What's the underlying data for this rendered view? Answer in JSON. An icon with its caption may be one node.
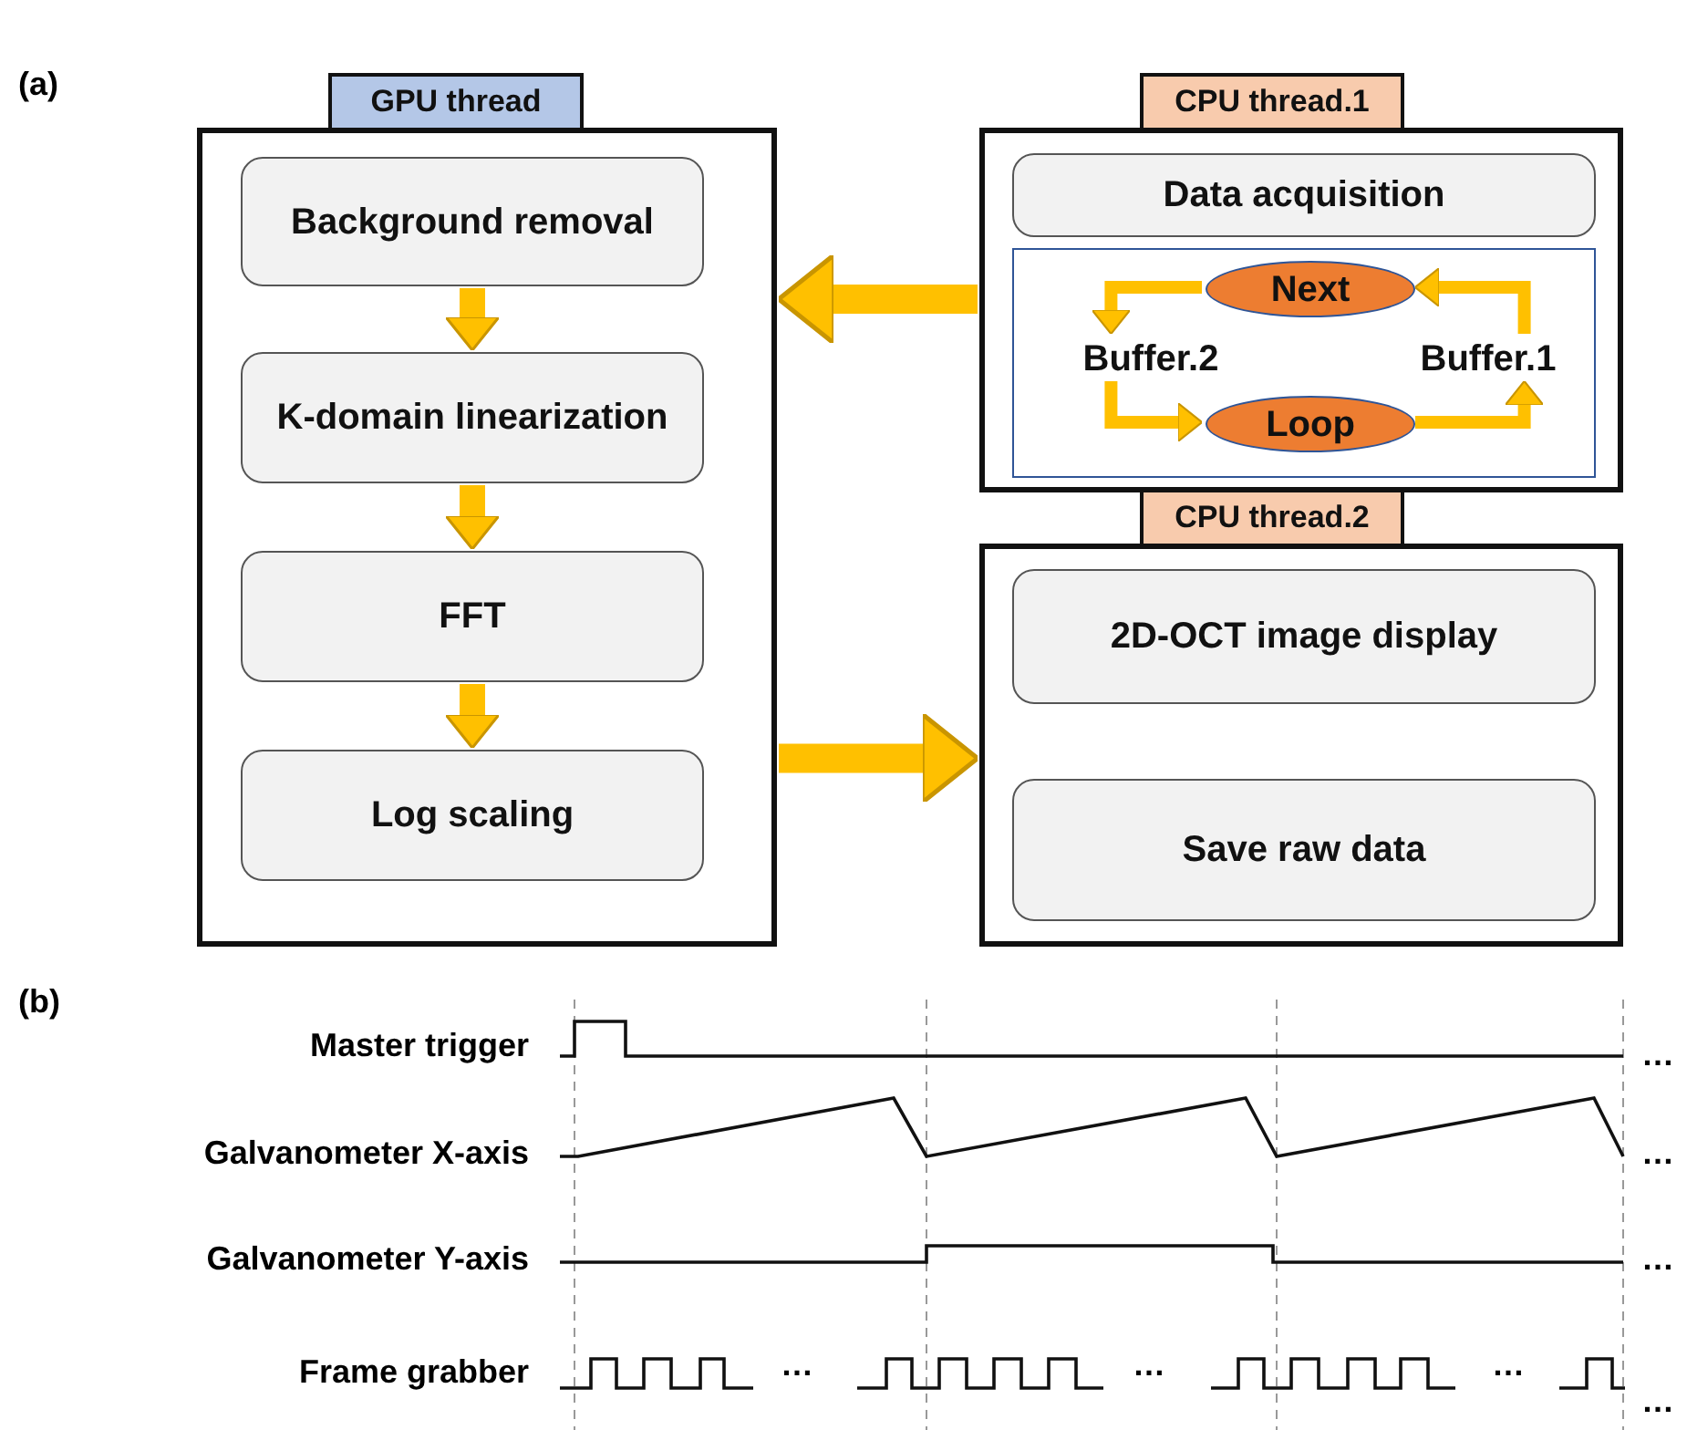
{
  "diagram": {
    "nodes": [
      {
        "text": [
          "GPU thread"
        ]
      },
      {
        "text": [
          "Background removal"
        ],
        "in": 0
      },
      {
        "text": [
          "K-domain linearization"
        ],
        "in": 0
      },
      {
        "text": [
          "FFT"
        ],
        "in": 0
      },
      {
        "text": [
          "Log scaling"
        ],
        "in": 0
      },
      {
        "text": [
          "CPU thread.1"
        ]
      },
      {
        "text": [
          "Data acquisition"
        ],
        "in": 5
      },
      {
        "text": [],
        "shape": "box",
        "in": 5
      },
      {
        "text": [
          "Next"
        ],
        "in": 7
      },
      {
        "text": [
          "Buffer.2"
        ],
        "in": 7
      },
      {
        "text": [
          "Loop"
        ],
        "in": 7
      },
      {
        "text": [
          "Buffer.1"
        ],
        "in": 7
      },
      {
        "text": [
          "CPU thread.2"
        ]
      },
      {
        "text": [
          "2D-OCT image display"
        ],
        "in": 12
      },
      {
        "text": [
          "Save raw data"
        ],
        "in": 12
      }
    ],
    "edges": [
      {
        "from": 1,
        "to": 2,
        "arrow": "to"
      },
      {
        "from": 2,
        "to": 3,
        "arrow": "to"
      },
      {
        "from": 3,
        "to": 4,
        "arrow": "to"
      },
      {
        "from": 5,
        "to": 0,
        "arrow": "to"
      },
      {
        "from": 0,
        "to": 12,
        "arrow": "to"
      },
      {
        "from": 8,
        "to": 9,
        "arrow": "to"
      },
      {
        "from": 9,
        "to": 10,
        "arrow": "to"
      },
      {
        "from": 10,
        "to": 11,
        "arrow": "to"
      },
      {
        "from": 11,
        "to": 8,
        "arrow": "to"
      }
    ],
    "labels": [
      "(a)",
      "(b)",
      "Master trigger",
      "…",
      "Galvanometer X-axis",
      "…",
      "Galvanometer Y-axis",
      "…",
      "Frame grabber",
      "…",
      "…",
      "…",
      "…"
    ]
  }
}
